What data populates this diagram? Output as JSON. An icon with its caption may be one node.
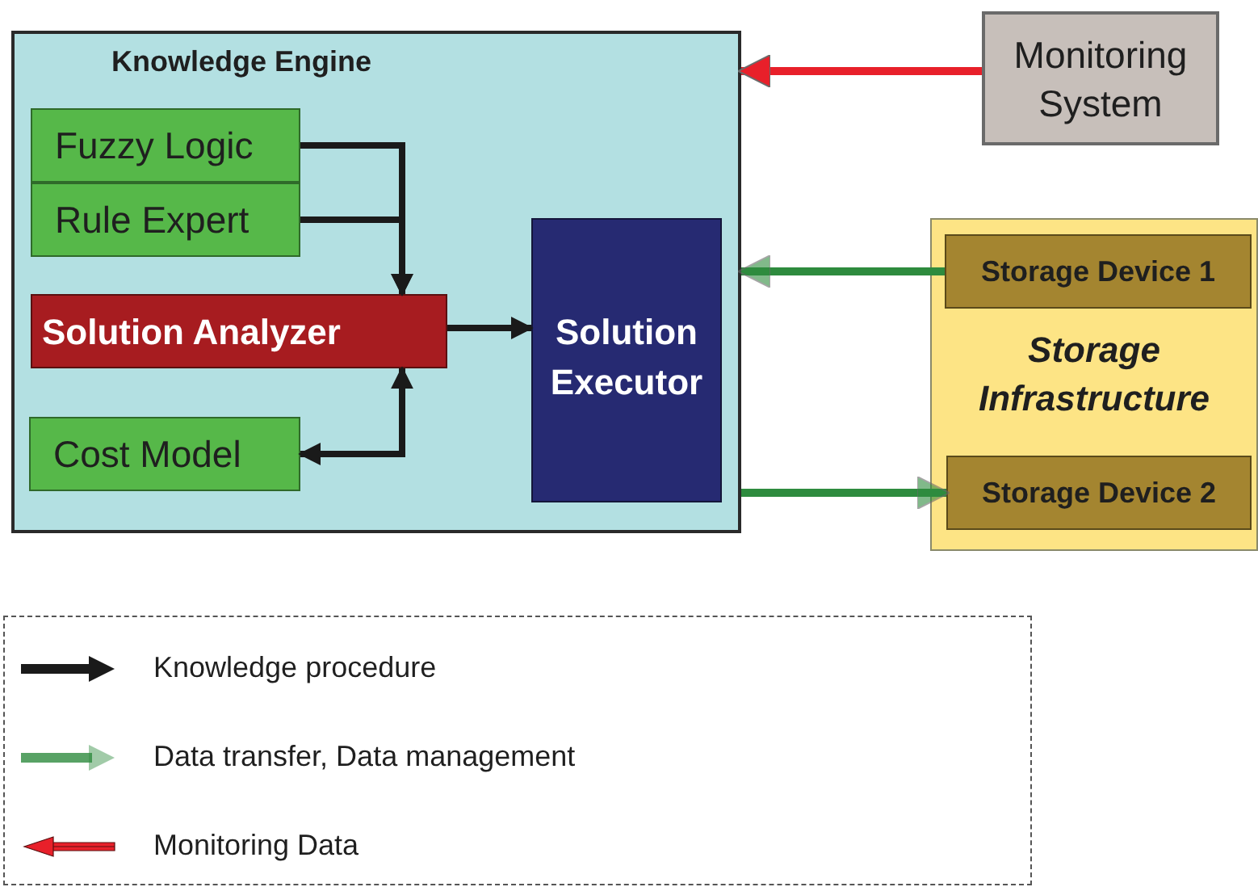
{
  "diagram": {
    "nodes": [
      {
        "text": [
          "Knowledge Engine"
        ]
      },
      {
        "text": [
          "Fuzzy Logic"
        ],
        "in": 0
      },
      {
        "text": [
          "Rule Expert"
        ],
        "in": 0
      },
      {
        "text": [
          "Solution Analyzer"
        ],
        "in": 0
      },
      {
        "text": [
          "Cost Model"
        ],
        "in": 0
      },
      {
        "text": [
          "Solution Executor"
        ],
        "in": 0
      },
      {
        "text": [
          "Monitoring System"
        ]
      },
      {
        "text": [
          "Storage Infrastructure"
        ]
      },
      {
        "text": [
          "Storage Device 1"
        ],
        "in": 7
      },
      {
        "text": [
          "Storage Device 2"
        ],
        "in": 7
      }
    ],
    "edges": [
      {
        "from": 1,
        "to": 3,
        "arrow": "to"
      },
      {
        "from": 2,
        "to": 3,
        "arrow": "to"
      },
      {
        "from": 3,
        "to": 5,
        "arrow": "to"
      },
      {
        "from": 3,
        "to": 4,
        "arrow": "both"
      },
      {
        "from": 6,
        "to": 0,
        "arrow": "to",
        "color": "#e8202a"
      },
      {
        "from": 8,
        "to": 0,
        "arrow": "to",
        "color": "#2e8b3e"
      },
      {
        "from": 0,
        "to": 9,
        "arrow": "to",
        "color": "#2e8b3e"
      }
    ],
    "legend": [
      {
        "text": "Knowledge procedure"
      },
      {
        "text": "Data transfer, Data management"
      },
      {
        "text": "Monitoring Data"
      }
    ]
  }
}
